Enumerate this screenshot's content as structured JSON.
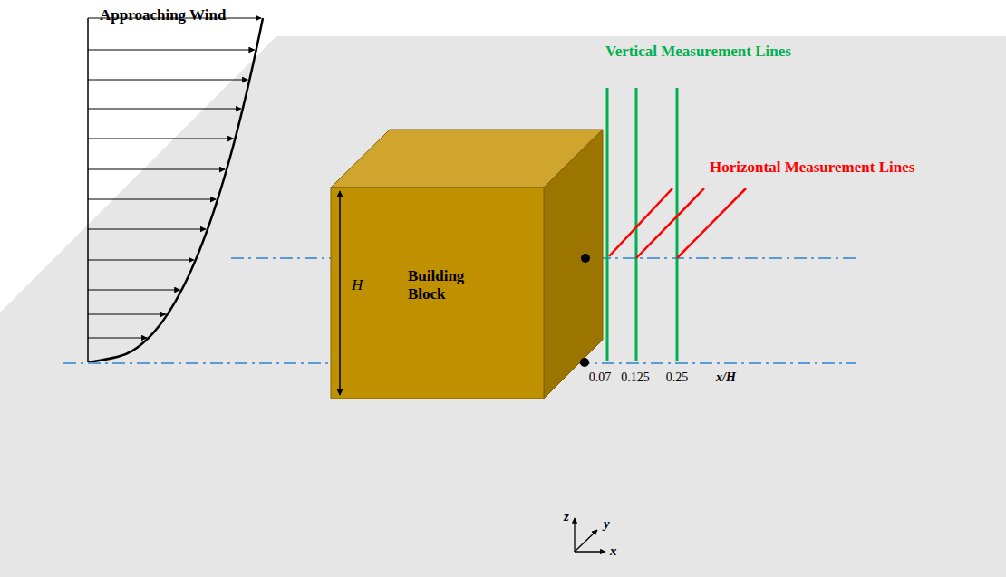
{
  "diagram": {
    "nodes": [
      {
        "text": [
          "Building Block"
        ]
      }
    ],
    "labels": [
      "Approaching Wind",
      "H",
      "Vertical Measurement Lines",
      "Horizontal Measurement Lines",
      "0.07",
      "0.125",
      "0.25",
      "x/H",
      "z",
      "y",
      "x"
    ]
  }
}
